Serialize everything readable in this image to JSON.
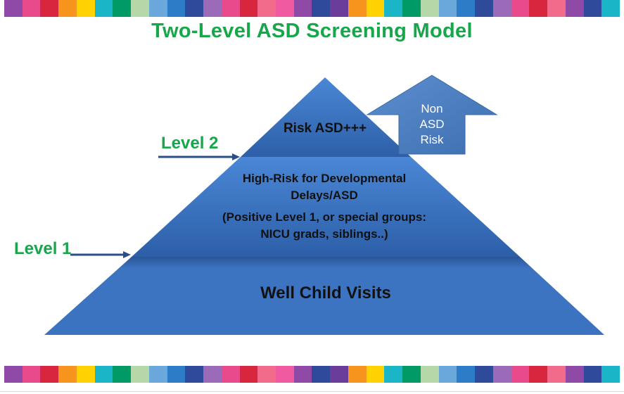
{
  "title": "Two-Level ASD Screening Model",
  "pyramid": {
    "top_label": "Risk ASD+++",
    "middle_label": "High-Risk for Developmental Delays/ASD",
    "middle_sublabel": "(Positive Level 1, or special groups: NICU grads, siblings..)",
    "base_label": "Well Child Visits"
  },
  "levels": {
    "level1": "Level 1",
    "level2": "Level 2"
  },
  "up_arrow": {
    "lines": [
      "Non",
      "ASD",
      "Risk"
    ]
  },
  "colors": {
    "title_green": "#17a74a",
    "pyramid_blue": "#3a72c0",
    "arrow_blue": "#4f81bd"
  },
  "stripe_colors": [
    "#8e4aa6",
    "#e84a8c",
    "#d7263d",
    "#f7941d",
    "#ffd200",
    "#1ab5c6",
    "#009a66",
    "#b6d7a8",
    "#6aa8dc",
    "#2d7cc8",
    "#2f4a9a",
    "#9b6ab8",
    "#e84a8c",
    "#d7263d",
    "#f26b8a",
    "#ef5aa0",
    "#8e4aa6",
    "#2f4a9a",
    "#6a3d9a",
    "#f7941d",
    "#ffd200",
    "#1ab5c6",
    "#009a66",
    "#b6d7a8",
    "#6aa8dc",
    "#2d7cc8",
    "#2f4a9a",
    "#9b6ab8",
    "#e84a8c",
    "#d7263d",
    "#f26b8a",
    "#8e4aa6",
    "#2f4a9a",
    "#1ab5c6"
  ]
}
